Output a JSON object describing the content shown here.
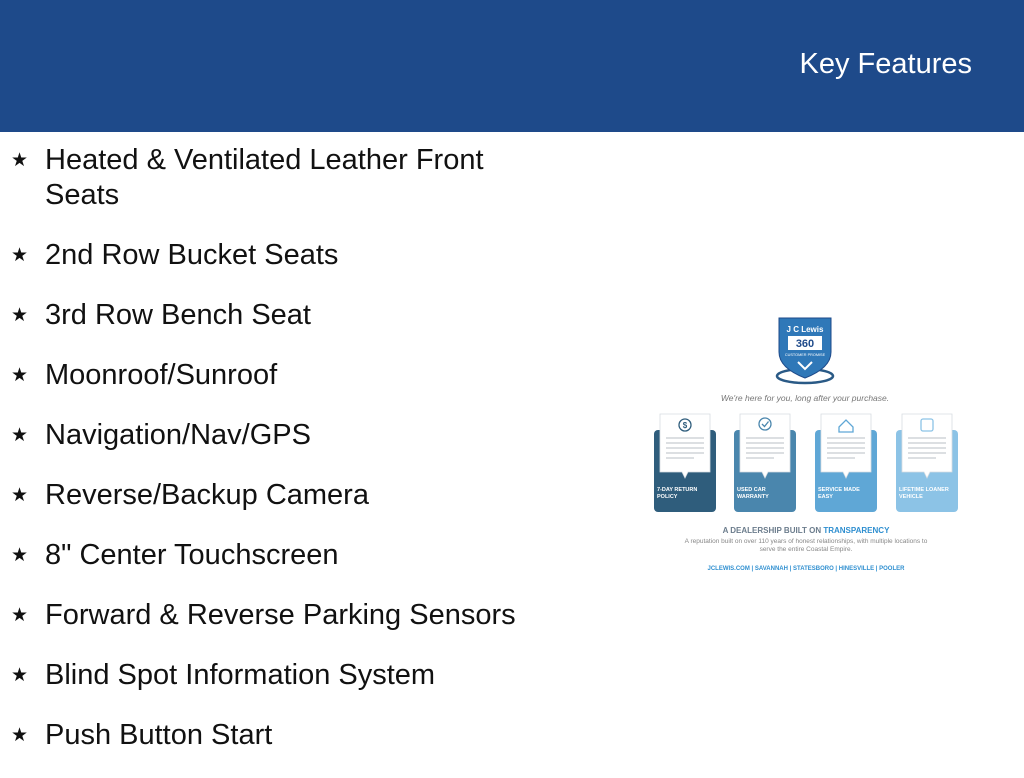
{
  "header": {
    "title": "Key Features"
  },
  "features": [
    "Heated & Ventilated Leather Front Seats",
    "2nd Row Bucket Seats",
    "3rd Row Bench Seat",
    "Moonroof/Sunroof",
    "Navigation/Nav/GPS",
    "Reverse/Backup Camera",
    "8\" Center Touchscreen",
    "Forward & Reverse Parking Sensors",
    "Blind Spot Information System",
    "Push Button Start"
  ],
  "bullet_icon": "star-icon",
  "promo": {
    "logo_text": "J C Lewis",
    "badge_number": "360",
    "badge_caption": "CUSTOMER PROMISE",
    "tagline": "We're here for you, long after your purchase.",
    "cards": [
      {
        "icon": "dollar-icon",
        "label": "7-DAY RETURN POLICY",
        "color": "#2f5d7c"
      },
      {
        "icon": "badge-check-icon",
        "label": "USED CAR WARRANTY",
        "color": "#4a86ad"
      },
      {
        "icon": "house-icon",
        "label": "SERVICE MADE EASY",
        "color": "#5fa7d6"
      },
      {
        "icon": "car-icon",
        "label": "LIFETIME LOANER VEHICLE",
        "color": "#8cc3e6"
      }
    ],
    "headline_prefix": "A DEALERSHIP BUILT ON ",
    "headline_highlight": "TRANSPARENCY",
    "subtext": "A reputation built on over 110 years of honest relationships, with multiple locations to serve the entire Coastal Empire.",
    "footer": "JCLEWIS.COM | SAVANNAH | STATESBORO | HINESVILLE | POOLER"
  }
}
